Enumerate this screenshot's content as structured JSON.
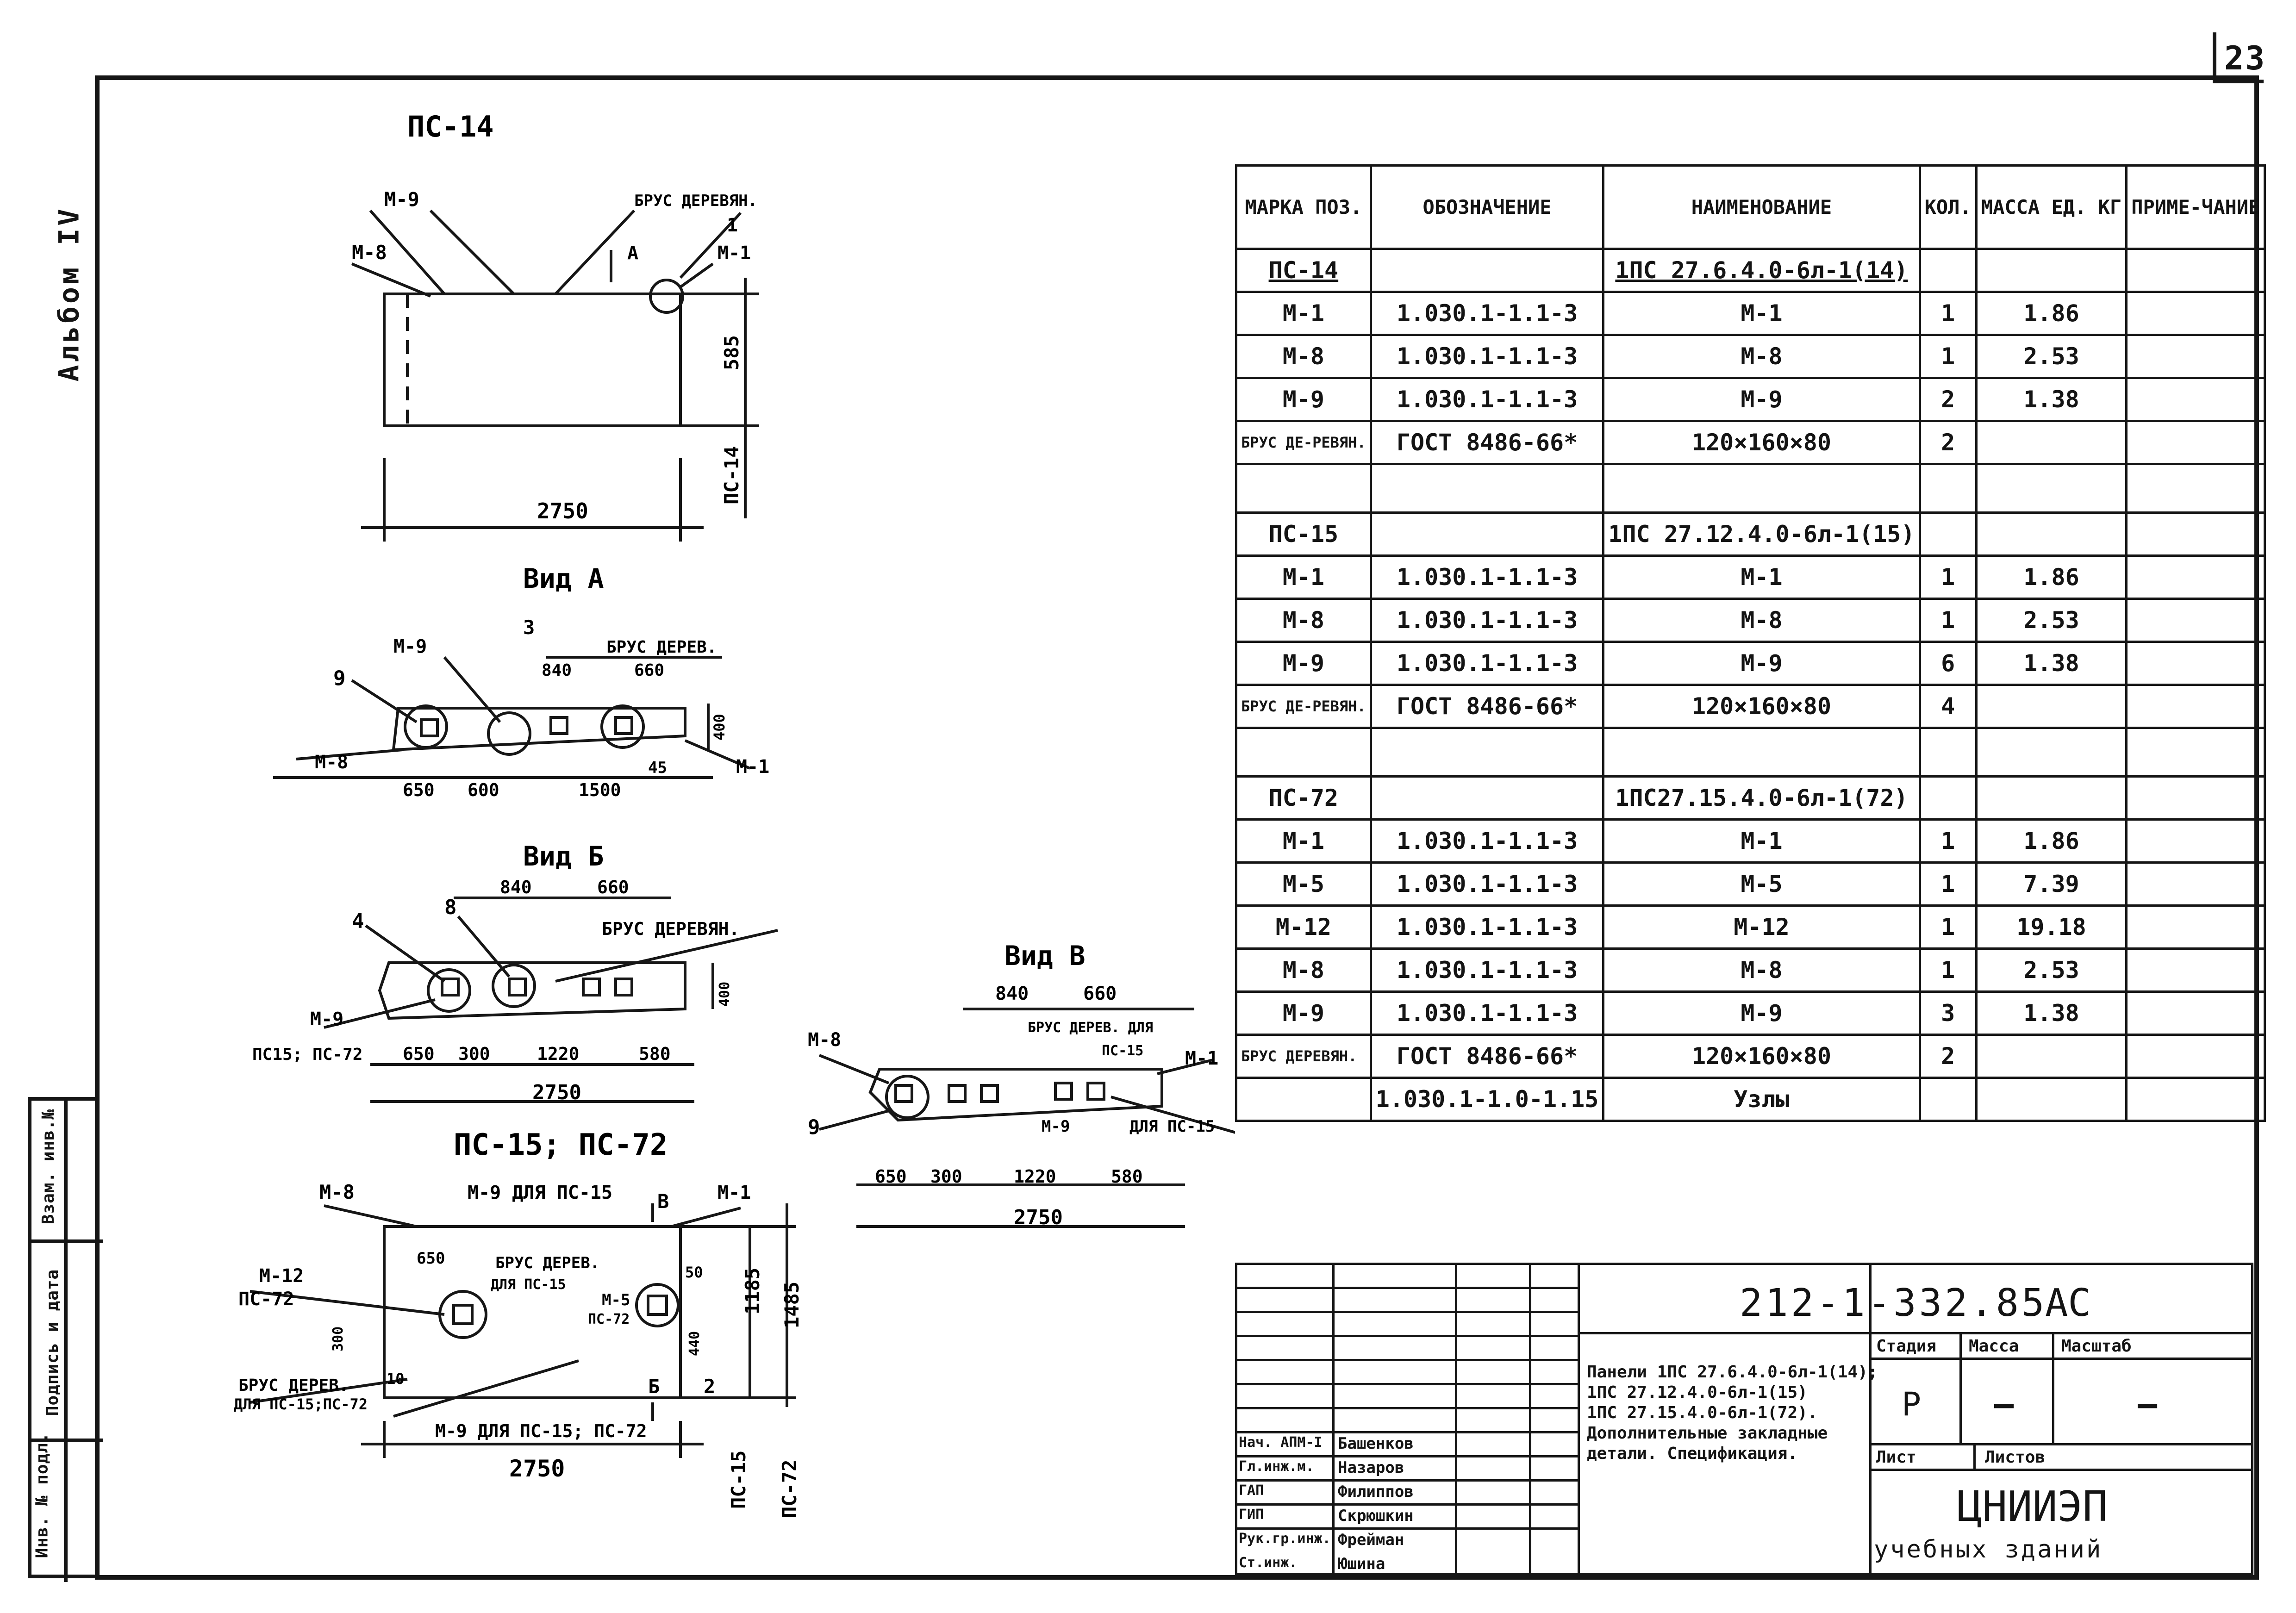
{
  "sheet": {
    "number": "23",
    "album": "Альбом IV",
    "side_stamps": [
      "Инв. № подл.",
      "Подпись и дата",
      "Взам. инв.№"
    ]
  },
  "drawing": {
    "view_pc14": {
      "title": "ПС-14",
      "labels": [
        "М-9",
        "БРУС ДЕРЕВЯН.",
        "М-8",
        "А",
        "1",
        "М-1",
        "585",
        "2750",
        "ПС-14"
      ]
    },
    "view_a": {
      "title": "Вид А",
      "labels": [
        "М-9",
        "3",
        "БРУС ДЕРЕВ.",
        "9",
        "840",
        "660",
        "400",
        "М-8",
        "М-1",
        "45",
        "650",
        "600",
        "1500"
      ]
    },
    "view_b": {
      "title": "Вид Б",
      "labels": [
        "8",
        "4",
        "840",
        "660",
        "БРУС ДЕРЕВЯН.",
        "400",
        "М-9",
        "ПС15; ПС-72",
        "650",
        "300",
        "1220",
        "580",
        "2750"
      ]
    },
    "view_pc15_72": {
      "title": "ПС-15; ПС-72",
      "labels": [
        "М-8",
        "М-9 ДЛЯ ПС-15",
        "В",
        "М-1",
        "650",
        "БРУС ДЕРЕВ.",
        "ДЛЯ ПС-15",
        "50",
        "М-12",
        "ПС-72",
        "М-5",
        "ПС-72",
        "440",
        "1185",
        "1485",
        "300",
        "10",
        "БРУС ДЕРЕВ.",
        "ДЛЯ ПС-15;ПС-72",
        "Б",
        "2",
        "М-9 ДЛЯ ПС-15; ПС-72",
        "2750",
        "ПС-15",
        "ПС-72"
      ]
    },
    "view_v": {
      "title": "Вид В",
      "labels": [
        "840",
        "660",
        "БРУС ДЕРЕВ. ДЛЯ",
        "ПС-15",
        "М-8",
        "М-1",
        "9",
        "М-9",
        "ДЛЯ ПС-15",
        "650",
        "300",
        "1220",
        "580",
        "2750"
      ]
    }
  },
  "spec": {
    "headers": [
      "МАРКА ПОЗ.",
      "ОБОЗНАЧЕНИЕ",
      "НАИМЕНОВАНИЕ",
      "КОЛ.",
      "МАССА ЕД. КГ",
      "ПРИМЕ-ЧАНИЕ"
    ],
    "rows": [
      {
        "mark": "ПС-14",
        "designation": "",
        "name": "1ПС 27.6.4.0-6л-1(14)",
        "qty": "",
        "mass": "",
        "note": "",
        "underline": true
      },
      {
        "mark": "М-1",
        "designation": "1.030.1-1.1-3",
        "name": "М-1",
        "qty": "1",
        "mass": "1.86",
        "note": ""
      },
      {
        "mark": "М-8",
        "designation": "1.030.1-1.1-3",
        "name": "М-8",
        "qty": "1",
        "mass": "2.53",
        "note": ""
      },
      {
        "mark": "М-9",
        "designation": "1.030.1-1.1-3",
        "name": "М-9",
        "qty": "2",
        "mass": "1.38",
        "note": ""
      },
      {
        "mark": "БРУС ДЕ-РЕВЯН.",
        "designation": "ГОСТ 8486-66*",
        "name": "120×160×80",
        "qty": "2",
        "mass": "",
        "note": "",
        "small": true
      },
      {
        "mark": "",
        "designation": "",
        "name": "",
        "qty": "",
        "mass": "",
        "note": "",
        "blank": true
      },
      {
        "mark": "ПС-15",
        "designation": "",
        "name": "1ПС 27.12.4.0-6л-1(15)",
        "qty": "",
        "mass": "",
        "note": ""
      },
      {
        "mark": "М-1",
        "designation": "1.030.1-1.1-3",
        "name": "М-1",
        "qty": "1",
        "mass": "1.86",
        "note": ""
      },
      {
        "mark": "М-8",
        "designation": "1.030.1-1.1-3",
        "name": "М-8",
        "qty": "1",
        "mass": "2.53",
        "note": ""
      },
      {
        "mark": "М-9",
        "designation": "1.030.1-1.1-3",
        "name": "М-9",
        "qty": "6",
        "mass": "1.38",
        "note": ""
      },
      {
        "mark": "БРУС ДЕ-РЕВЯН.",
        "designation": "ГОСТ 8486-66*",
        "name": "120×160×80",
        "qty": "4",
        "mass": "",
        "note": "",
        "small": true
      },
      {
        "mark": "",
        "designation": "",
        "name": "",
        "qty": "",
        "mass": "",
        "note": "",
        "blank": true
      },
      {
        "mark": "ПС-72",
        "designation": "",
        "name": "1ПС27.15.4.0-6л-1(72)",
        "qty": "",
        "mass": "",
        "note": ""
      },
      {
        "mark": "М-1",
        "designation": "1.030.1-1.1-3",
        "name": "М-1",
        "qty": "1",
        "mass": "1.86",
        "note": ""
      },
      {
        "mark": "М-5",
        "designation": "1.030.1-1.1-3",
        "name": "М-5",
        "qty": "1",
        "mass": "7.39",
        "note": ""
      },
      {
        "mark": "М-12",
        "designation": "1.030.1-1.1-3",
        "name": "М-12",
        "qty": "1",
        "mass": "19.18",
        "note": ""
      },
      {
        "mark": "М-8",
        "designation": "1.030.1-1.1-3",
        "name": "М-8",
        "qty": "1",
        "mass": "2.53",
        "note": ""
      },
      {
        "mark": "М-9",
        "designation": "1.030.1-1.1-3",
        "name": "М-9",
        "qty": "3",
        "mass": "1.38",
        "note": ""
      },
      {
        "mark": "БРУС ДЕРЕВЯН.",
        "designation": "ГОСТ 8486-66*",
        "name": "120×160×80",
        "qty": "2",
        "mass": "",
        "note": "",
        "small": true
      },
      {
        "mark": "",
        "designation": "1.030.1-1.0-1.15",
        "name": "Узлы",
        "qty": "",
        "mass": "",
        "note": ""
      }
    ]
  },
  "title_block": {
    "code": "212-1-332.85",
    "suffix": "АС",
    "description": [
      "Панели 1ПС 27.6.4.0-6л-1(14);",
      "1ПС 27.12.4.0-6л-1(15)",
      "1ПС 27.15.4.0-6л-1(72).",
      "Дополнительные закладные",
      "детали. Спецификация."
    ],
    "stage_header": "Стадия",
    "mass_header": "Масса",
    "scale_header": "Масштаб",
    "stage": "Р",
    "mass": "–",
    "scale": "–",
    "sheet_header": "Лист",
    "sheets_header": "Листов",
    "org": "ЦНИИЭП",
    "org_sub": "учебных зданий",
    "staff": [
      {
        "role": "Нач. АПМ-I",
        "name": "Башенков"
      },
      {
        "role": "Гл.инж.м.",
        "name": "Назаров"
      },
      {
        "role": "ГАП",
        "name": "Филиппов"
      },
      {
        "role": "ГИП",
        "name": "Скрюшкин"
      },
      {
        "role": "Рук.гр.инж.",
        "name": "Фрейман"
      },
      {
        "role": "Ст.инж.",
        "name": "Юшина"
      }
    ]
  }
}
